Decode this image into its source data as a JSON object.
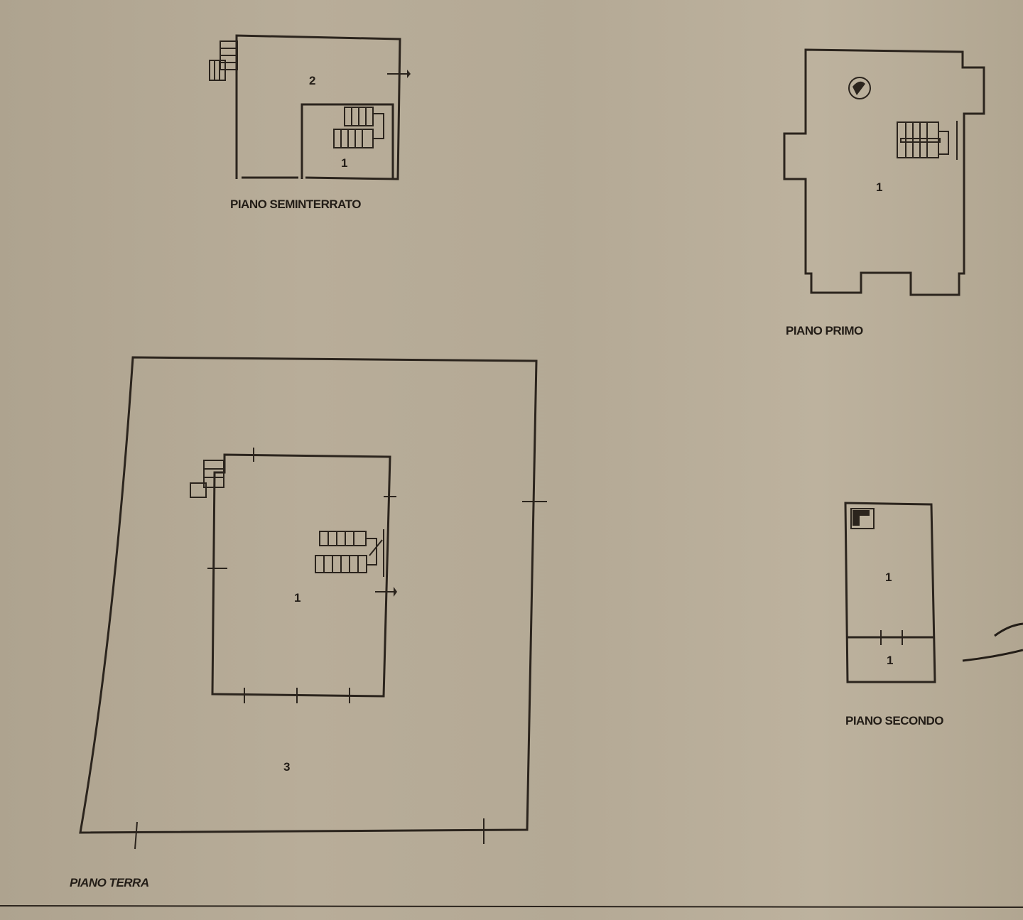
{
  "floors": [
    {
      "name": "PIANO SEMINTERRATO",
      "rooms": [
        "2",
        "1"
      ]
    },
    {
      "name": "PIANO PRIMO",
      "rooms": [
        "1"
      ]
    },
    {
      "name": "PIANO TERRA",
      "rooms": [
        "1",
        "3"
      ]
    },
    {
      "name": "PIANO SECONDO",
      "rooms": [
        "1",
        "1"
      ]
    }
  ],
  "colors": {
    "paper": "#b3a893",
    "ink": "#2b241d"
  }
}
